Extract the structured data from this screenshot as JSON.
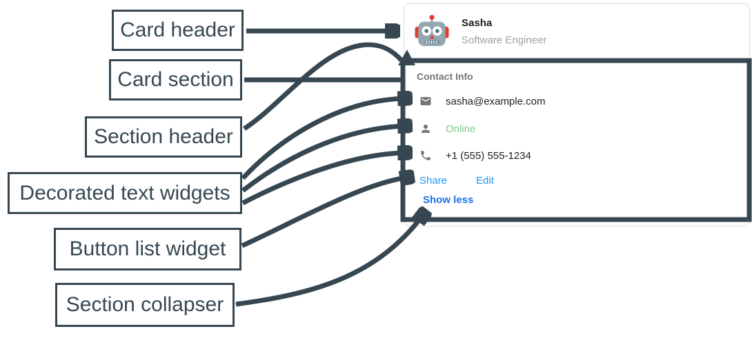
{
  "annotations": {
    "card_header": "Card header",
    "card_section": "Card section",
    "section_header": "Section header",
    "decorated_text": "Decorated text widgets",
    "button_list": "Button list widget",
    "section_collapser": "Section collapser"
  },
  "card": {
    "header": {
      "avatar_icon": "robot-avatar",
      "name": "Sasha",
      "subtitle": "Software Engineer"
    },
    "section": {
      "title": "Contact Info",
      "items": [
        {
          "icon": "email-icon",
          "text": "sasha@example.com"
        },
        {
          "icon": "person-icon",
          "text": "Online"
        },
        {
          "icon": "phone-icon",
          "text": "+1 (555) 555-1234"
        }
      ],
      "buttons": [
        "Share",
        "Edit"
      ],
      "collapse_label": "Show less"
    }
  },
  "colors": {
    "annotation_stroke": "#374751",
    "card_border": "#dadce0",
    "primary_text": "#202124",
    "secondary_text": "#9aa0a6",
    "section_title_gray": "#757575",
    "icon_gray": "#757575",
    "status_online_green": "#81c784",
    "link_blue": "#2196f3",
    "collapse_blue": "#1a73e8",
    "avatar_red": "#e53935",
    "avatar_gray": "#94a7b0"
  }
}
